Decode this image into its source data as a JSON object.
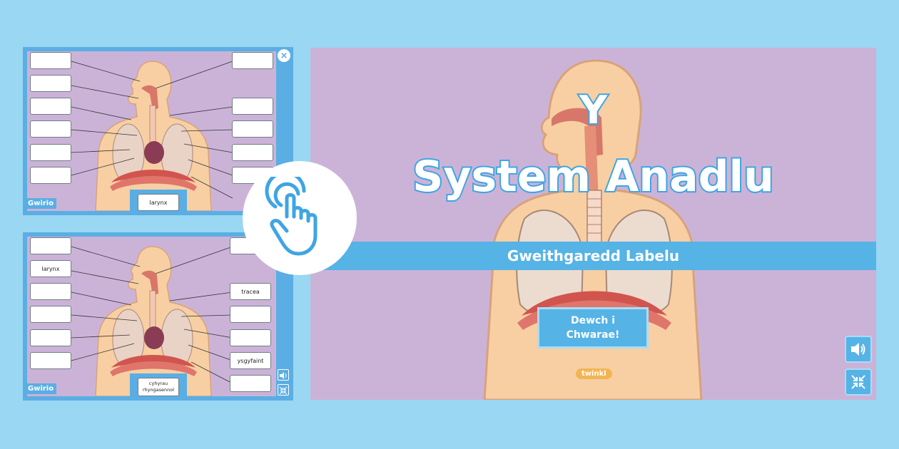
{
  "thumb1": {
    "check_label": "Gwirio",
    "tray_label": "larynx",
    "close_glyph": "×",
    "left_labels": [
      "",
      "",
      "",
      "",
      "",
      ""
    ],
    "right_labels": [
      "",
      "",
      "",
      "",
      "",
      ""
    ]
  },
  "thumb2": {
    "check_label": "Gwirio",
    "tray_label": "cyhyrau rhyngasennol",
    "left_labels": [
      "",
      "larynx",
      "",
      "",
      "",
      ""
    ],
    "right_labels": [
      "",
      "tracea",
      "",
      "",
      "ysgyfaint",
      ""
    ]
  },
  "main": {
    "title_line1": "Y",
    "title_line2": "System Anadlu",
    "banner": "Gweithgaredd Labelu",
    "play_line1": "Dewch i",
    "play_line2": "Chwarae!",
    "brand": "twinkl"
  },
  "colors": {
    "background": "#9ad7f3",
    "panel_purple": "#cbb3d8",
    "accent_blue": "#55b3e6",
    "skin": "#f7cfa3"
  },
  "icons": {
    "touch": "pointer-hand-icon",
    "sound": "speaker-icon",
    "fullscreen": "collapse-icon",
    "close": "close-icon"
  }
}
